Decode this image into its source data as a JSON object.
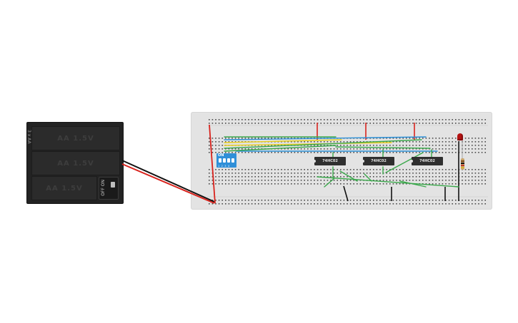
{
  "battery": {
    "cell_labels": [
      "AA 1.5V",
      "AA 1.5V",
      "AA 1.5V"
    ],
    "side_label": "3 x AA",
    "switch_label": "OFF ON"
  },
  "dip_switch": {
    "label": "ON",
    "numbers": "1234"
  },
  "chips": [
    {
      "label": "74HC02"
    },
    {
      "label": "74HC02"
    },
    {
      "label": "74HC02"
    }
  ],
  "colors": {
    "wire_red": "#d9231d",
    "wire_black": "#111111",
    "wire_green": "#3aa84b",
    "wire_yellow": "#e8cf1c",
    "wire_blue": "#2b8fd6",
    "breadboard": "#e3e3e3",
    "battery": "#232323"
  },
  "icons": {
    "led": "led-red-icon",
    "resistor": "resistor-icon"
  }
}
